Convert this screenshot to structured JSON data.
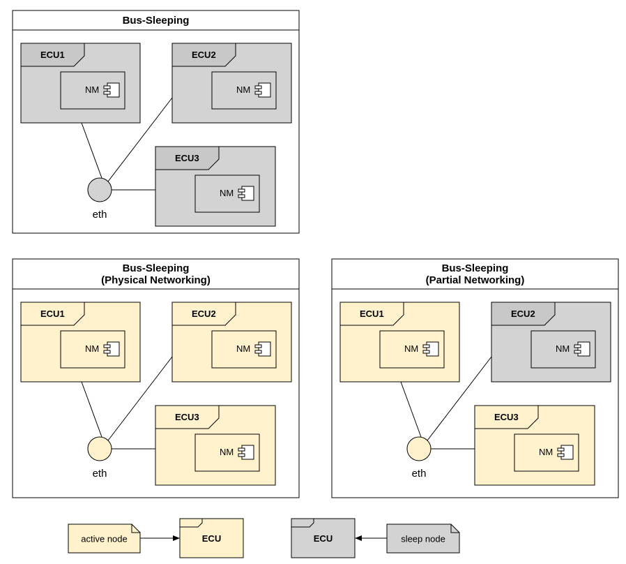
{
  "colors": {
    "active_fill": "#fff2cc",
    "sleep_fill": "#d3d3d3",
    "stroke": "#000000",
    "frame_fill": "#ffffff"
  },
  "panels": [
    {
      "title_lines": [
        "Bus-Sleeping"
      ],
      "ecus": [
        {
          "label": "ECU1",
          "nm": "NM",
          "state": "sleep"
        },
        {
          "label": "ECU2",
          "nm": "NM",
          "state": "sleep"
        },
        {
          "label": "ECU3",
          "nm": "NM",
          "state": "sleep"
        }
      ],
      "eth": {
        "label": "eth",
        "state": "sleep"
      }
    },
    {
      "title_lines": [
        "Bus-Sleeping",
        "(Physical Networking)"
      ],
      "ecus": [
        {
          "label": "ECU1",
          "nm": "NM",
          "state": "active"
        },
        {
          "label": "ECU2",
          "nm": "NM",
          "state": "active"
        },
        {
          "label": "ECU3",
          "nm": "NM",
          "state": "active"
        }
      ],
      "eth": {
        "label": "eth",
        "state": "active"
      }
    },
    {
      "title_lines": [
        "Bus-Sleeping",
        "(Partial Networking)"
      ],
      "ecus": [
        {
          "label": "ECU1",
          "nm": "NM",
          "state": "active"
        },
        {
          "label": "ECU2",
          "nm": "NM",
          "state": "sleep"
        },
        {
          "label": "ECU3",
          "nm": "NM",
          "state": "active"
        }
      ],
      "eth": {
        "label": "eth",
        "state": "active"
      }
    }
  ],
  "legend": {
    "active": {
      "note": "active node",
      "ecu": "ECU"
    },
    "sleep": {
      "note": "sleep node",
      "ecu": "ECU"
    }
  }
}
